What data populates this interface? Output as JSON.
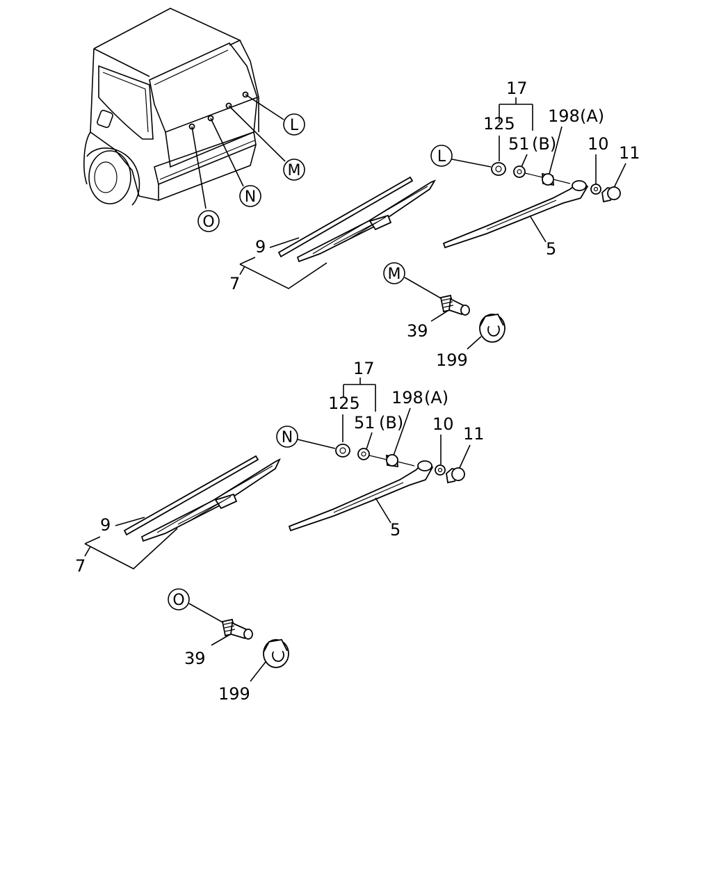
{
  "callouts": {
    "L": "L",
    "M": "M",
    "N": "N",
    "O": "O"
  },
  "upper": {
    "p17": "17",
    "p125": "125",
    "p51": "51",
    "p51b": "(B)",
    "p198": "198",
    "p198a": "(A)",
    "p10": "10",
    "p11": "11",
    "p9": "9",
    "p7": "7",
    "p5": "5",
    "p39": "39",
    "p199": "199"
  },
  "lower": {
    "p17": "17",
    "p125": "125",
    "p51": "51",
    "p51b": "(B)",
    "p198": "198",
    "p198a": "(A)",
    "p10": "10",
    "p11": "11",
    "p9": "9",
    "p7": "7",
    "p5": "5",
    "p39": "39",
    "p199": "199"
  }
}
